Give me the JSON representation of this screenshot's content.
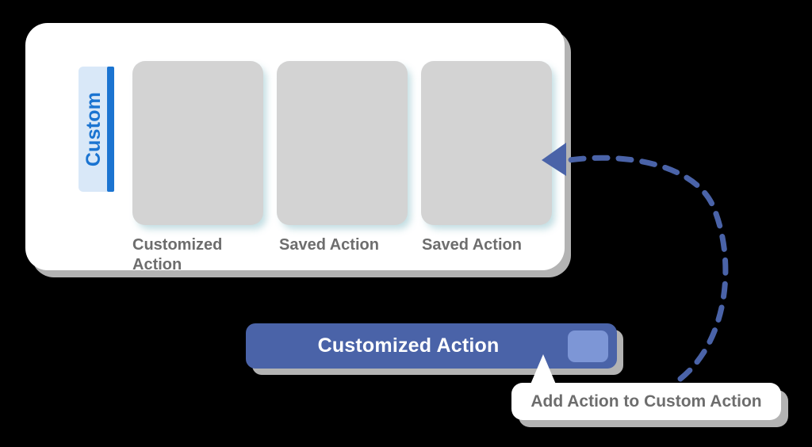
{
  "theme": {
    "background": "#000000",
    "panel_bg": "#ffffff",
    "panel_shadow": "#b3b3b3",
    "tab_bg": "#d9e8f8",
    "tab_bar": "#1b74d1",
    "tab_text": "#1b74d1",
    "card_bg": "#d3d3d3",
    "card_glow": "#78b4be",
    "label_text": "#6d6d6d",
    "button_bg": "#4a63a8",
    "button_accent": "#7d96d6",
    "button_text": "#ffffff",
    "tooltip_bg": "#ffffff",
    "tooltip_text": "#6d6d6d",
    "arrow_color": "#4a63a8"
  },
  "panel": {
    "tab": {
      "label": "Custom"
    },
    "cards": [
      {
        "label": "Customized Action",
        "icon": "blank-card-icon"
      },
      {
        "label": "Saved Action",
        "icon": "blank-card-icon"
      },
      {
        "label": "Saved Action",
        "icon": "blank-card-icon"
      }
    ]
  },
  "action_bar": {
    "label": "Customized Action",
    "accent_icon": "rounded-square-icon"
  },
  "tooltip": {
    "text": "Add Action to Custom Action",
    "pointer": "up-caret-icon"
  },
  "annotation": {
    "arrow_icon": "dashed-curved-arrow-icon",
    "arrowhead": "left-triangle-icon"
  }
}
